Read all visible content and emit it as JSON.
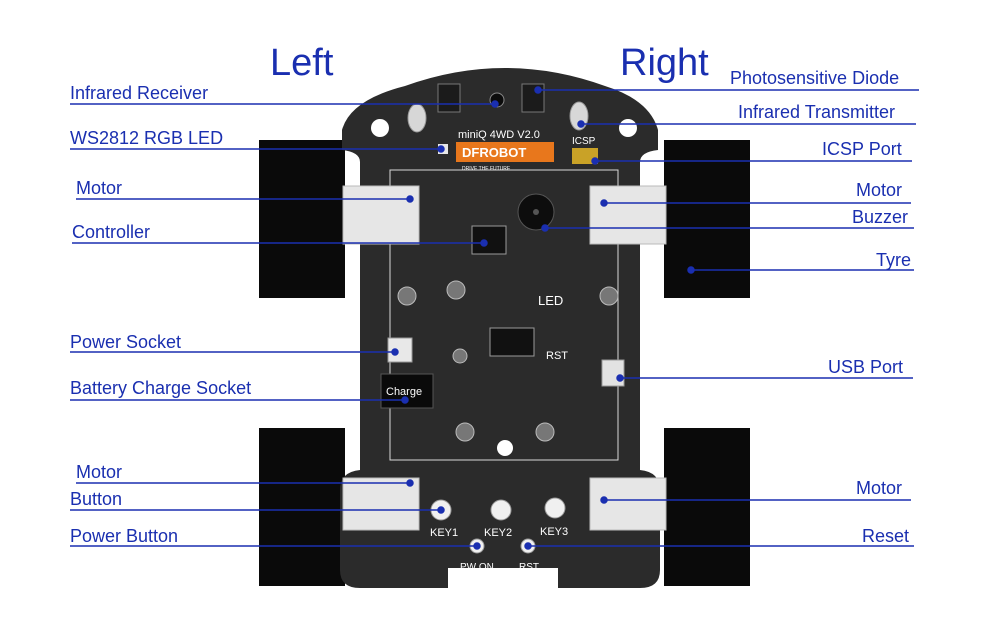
{
  "headings": {
    "left": "Left",
    "right": "Right"
  },
  "labels_left": {
    "infrared_receiver": "Infrared Receiver",
    "ws2812": "WS2812 RGB LED",
    "motor_top": "Motor",
    "controller": "Controller",
    "power_socket": "Power Socket",
    "battery_charge": "Battery Charge Socket",
    "motor_bottom": "Motor",
    "button": "Button",
    "power_button": "Power Button"
  },
  "labels_right": {
    "photodiode": "Photosensitive Diode",
    "ir_transmitter": "Infrared Transmitter",
    "icsp_port": "ICSP Port",
    "motor_top": "Motor",
    "buzzer": "Buzzer",
    "tyre": "Tyre",
    "usb_port": "USB Port",
    "motor_bottom": "Motor",
    "reset": "Reset"
  },
  "board_text": {
    "model": "miniQ 4WD V2.0",
    "brand": "DFROBOT",
    "tagline": "DRIVE THE FUTURE",
    "icsp": "ICSP",
    "led": "LED",
    "rst": "RST",
    "charge": "Charge",
    "key1": "KEY1",
    "key2": "KEY2",
    "key3": "KEY3",
    "pw_on": "PW ON",
    "rst_bottom": "RST"
  },
  "colors": {
    "label": "#1a2fb0",
    "leader": "#1a2fb0",
    "board": "#2b2b2b",
    "tyre": "#0a0a0a",
    "motor": "#e6e6e6"
  }
}
